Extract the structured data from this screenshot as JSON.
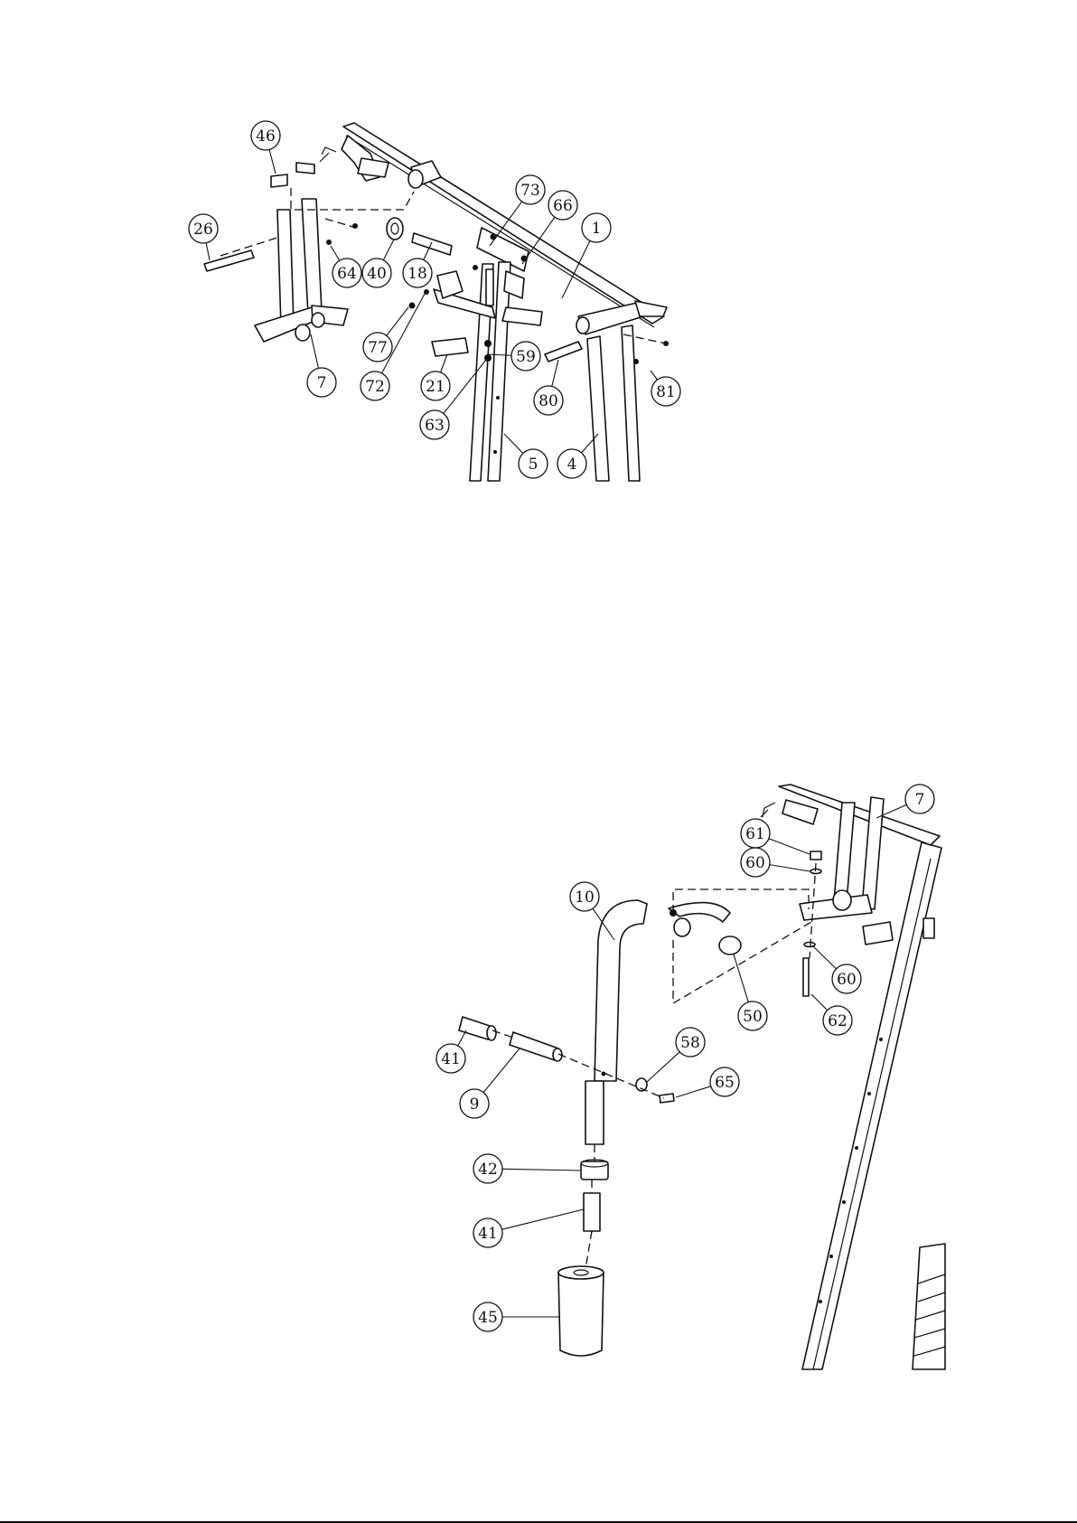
{
  "diagrams": [
    {
      "name": "upper-frame-assembly",
      "callouts": [
        {
          "label": "46"
        },
        {
          "label": "26"
        },
        {
          "label": "64"
        },
        {
          "label": "40"
        },
        {
          "label": "18"
        },
        {
          "label": "73"
        },
        {
          "label": "66"
        },
        {
          "label": "1"
        },
        {
          "label": "77"
        },
        {
          "label": "72"
        },
        {
          "label": "7"
        },
        {
          "label": "21"
        },
        {
          "label": "59"
        },
        {
          "label": "63"
        },
        {
          "label": "80"
        },
        {
          "label": "81"
        },
        {
          "label": "5"
        },
        {
          "label": "4"
        }
      ]
    },
    {
      "name": "arm-roller-assembly",
      "callouts": [
        {
          "label": "7"
        },
        {
          "label": "61"
        },
        {
          "label": "60"
        },
        {
          "label": "10"
        },
        {
          "label": "50"
        },
        {
          "label": "60"
        },
        {
          "label": "62"
        },
        {
          "label": "41"
        },
        {
          "label": "58"
        },
        {
          "label": "9"
        },
        {
          "label": "65"
        },
        {
          "label": "42"
        },
        {
          "label": "41"
        },
        {
          "label": "45"
        }
      ]
    }
  ]
}
